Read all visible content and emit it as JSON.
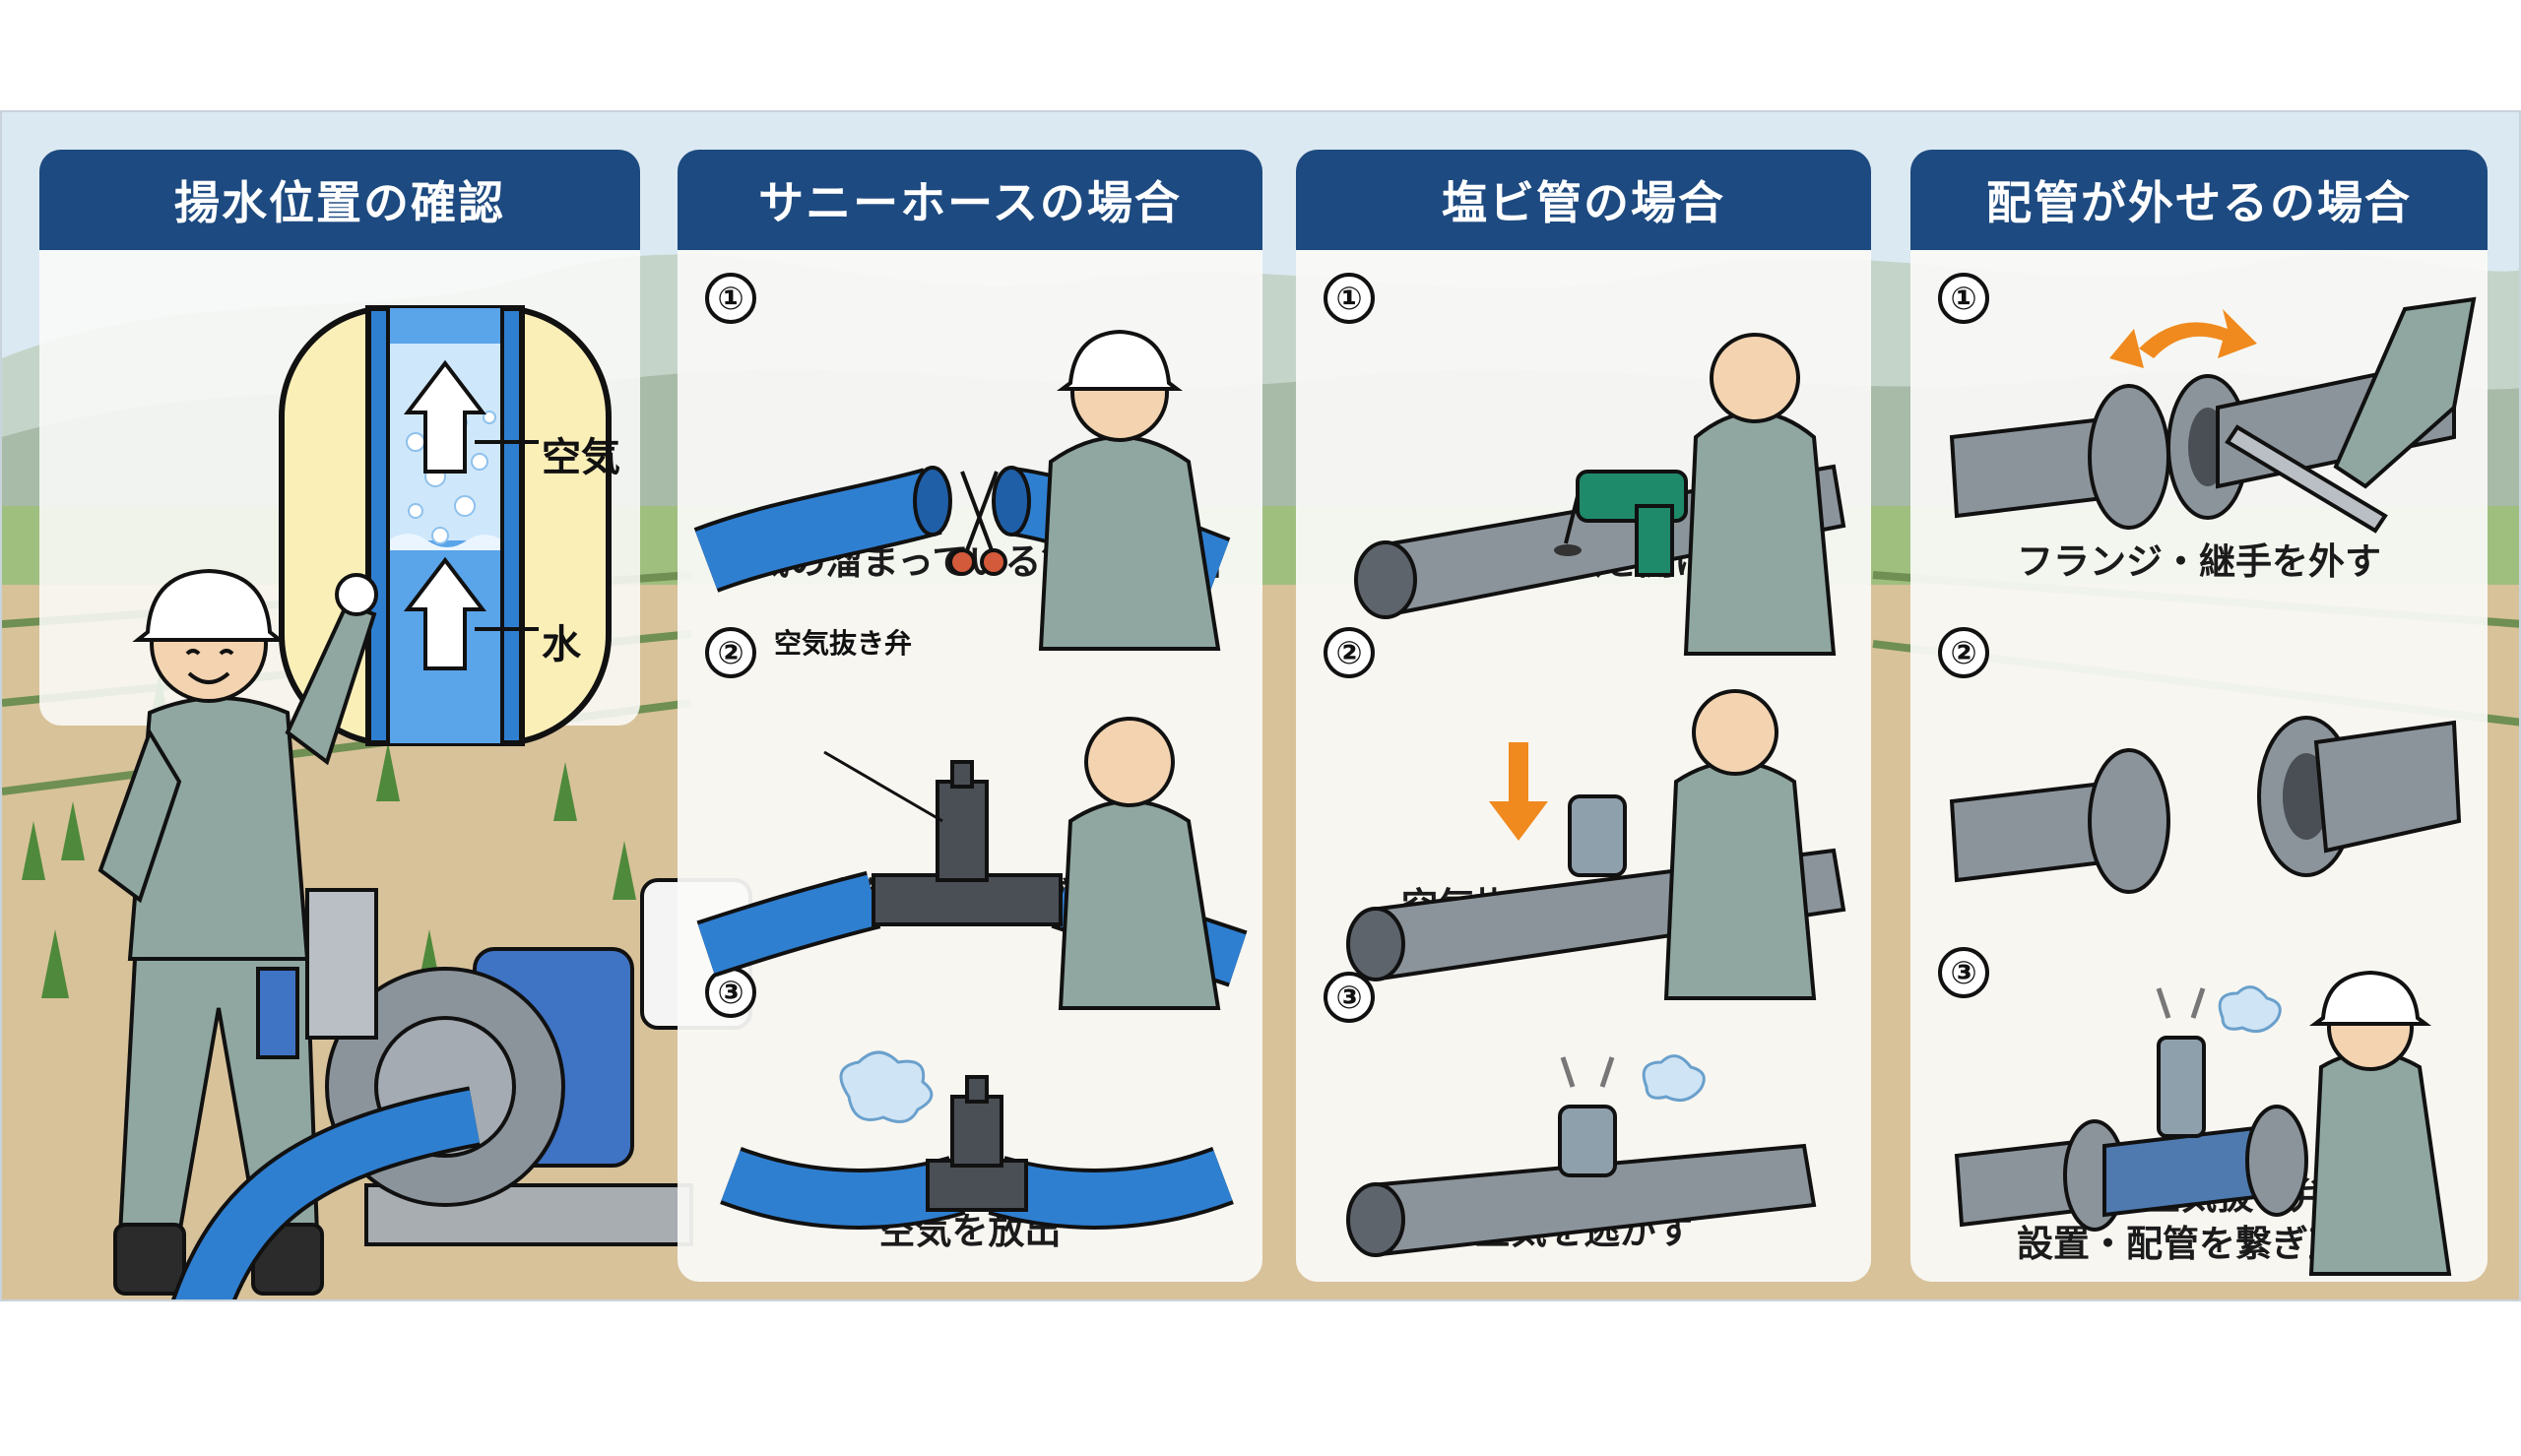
{
  "panels": [
    {
      "title": "揚水位置の確認",
      "labels": {
        "air": "空気",
        "water": "水"
      }
    },
    {
      "title": "サニーホースの場合",
      "steps": [
        {
          "num": "①",
          "caption": "空気の溜まっている箇所を切断"
        },
        {
          "num": "②",
          "caption": "空気抜き弁を接続",
          "callout": "空気抜き弁"
        },
        {
          "num": "③",
          "caption": "空気を放出"
        }
      ]
    },
    {
      "title": "塩ビ管の場合",
      "steps": [
        {
          "num": "①",
          "caption": "塩ビ管に穴を開ける"
        },
        {
          "num": "②",
          "caption": "空気抜き弁を取り付け"
        },
        {
          "num": "③",
          "caption": "空気を逃がす"
        }
      ]
    },
    {
      "title": "配管が外せるの場合",
      "steps": [
        {
          "num": "①",
          "caption": "フランジ・継手を外す"
        },
        {
          "num": "②",
          "caption": ""
        },
        {
          "num": "③",
          "caption_lines": [
            "そこに空気抜き弁を",
            "設置・配管を繋ぎ直す"
          ]
        }
      ]
    }
  ],
  "colors": {
    "header": "#1d4a80",
    "hose": "#2f7fd1",
    "pipe": "#8c949b",
    "valve": "#4a4f55",
    "uniform": "#8fa7a0",
    "arrow_orange": "#f08a1e",
    "sky": "#dbe9f2",
    "ground": "#d8c29a"
  },
  "icons": [
    "hard-hat-icon",
    "scissors-icon",
    "drill-icon",
    "wrench-icon",
    "air-puff-icon",
    "up-arrow-icon",
    "rotate-arrows-icon"
  ]
}
